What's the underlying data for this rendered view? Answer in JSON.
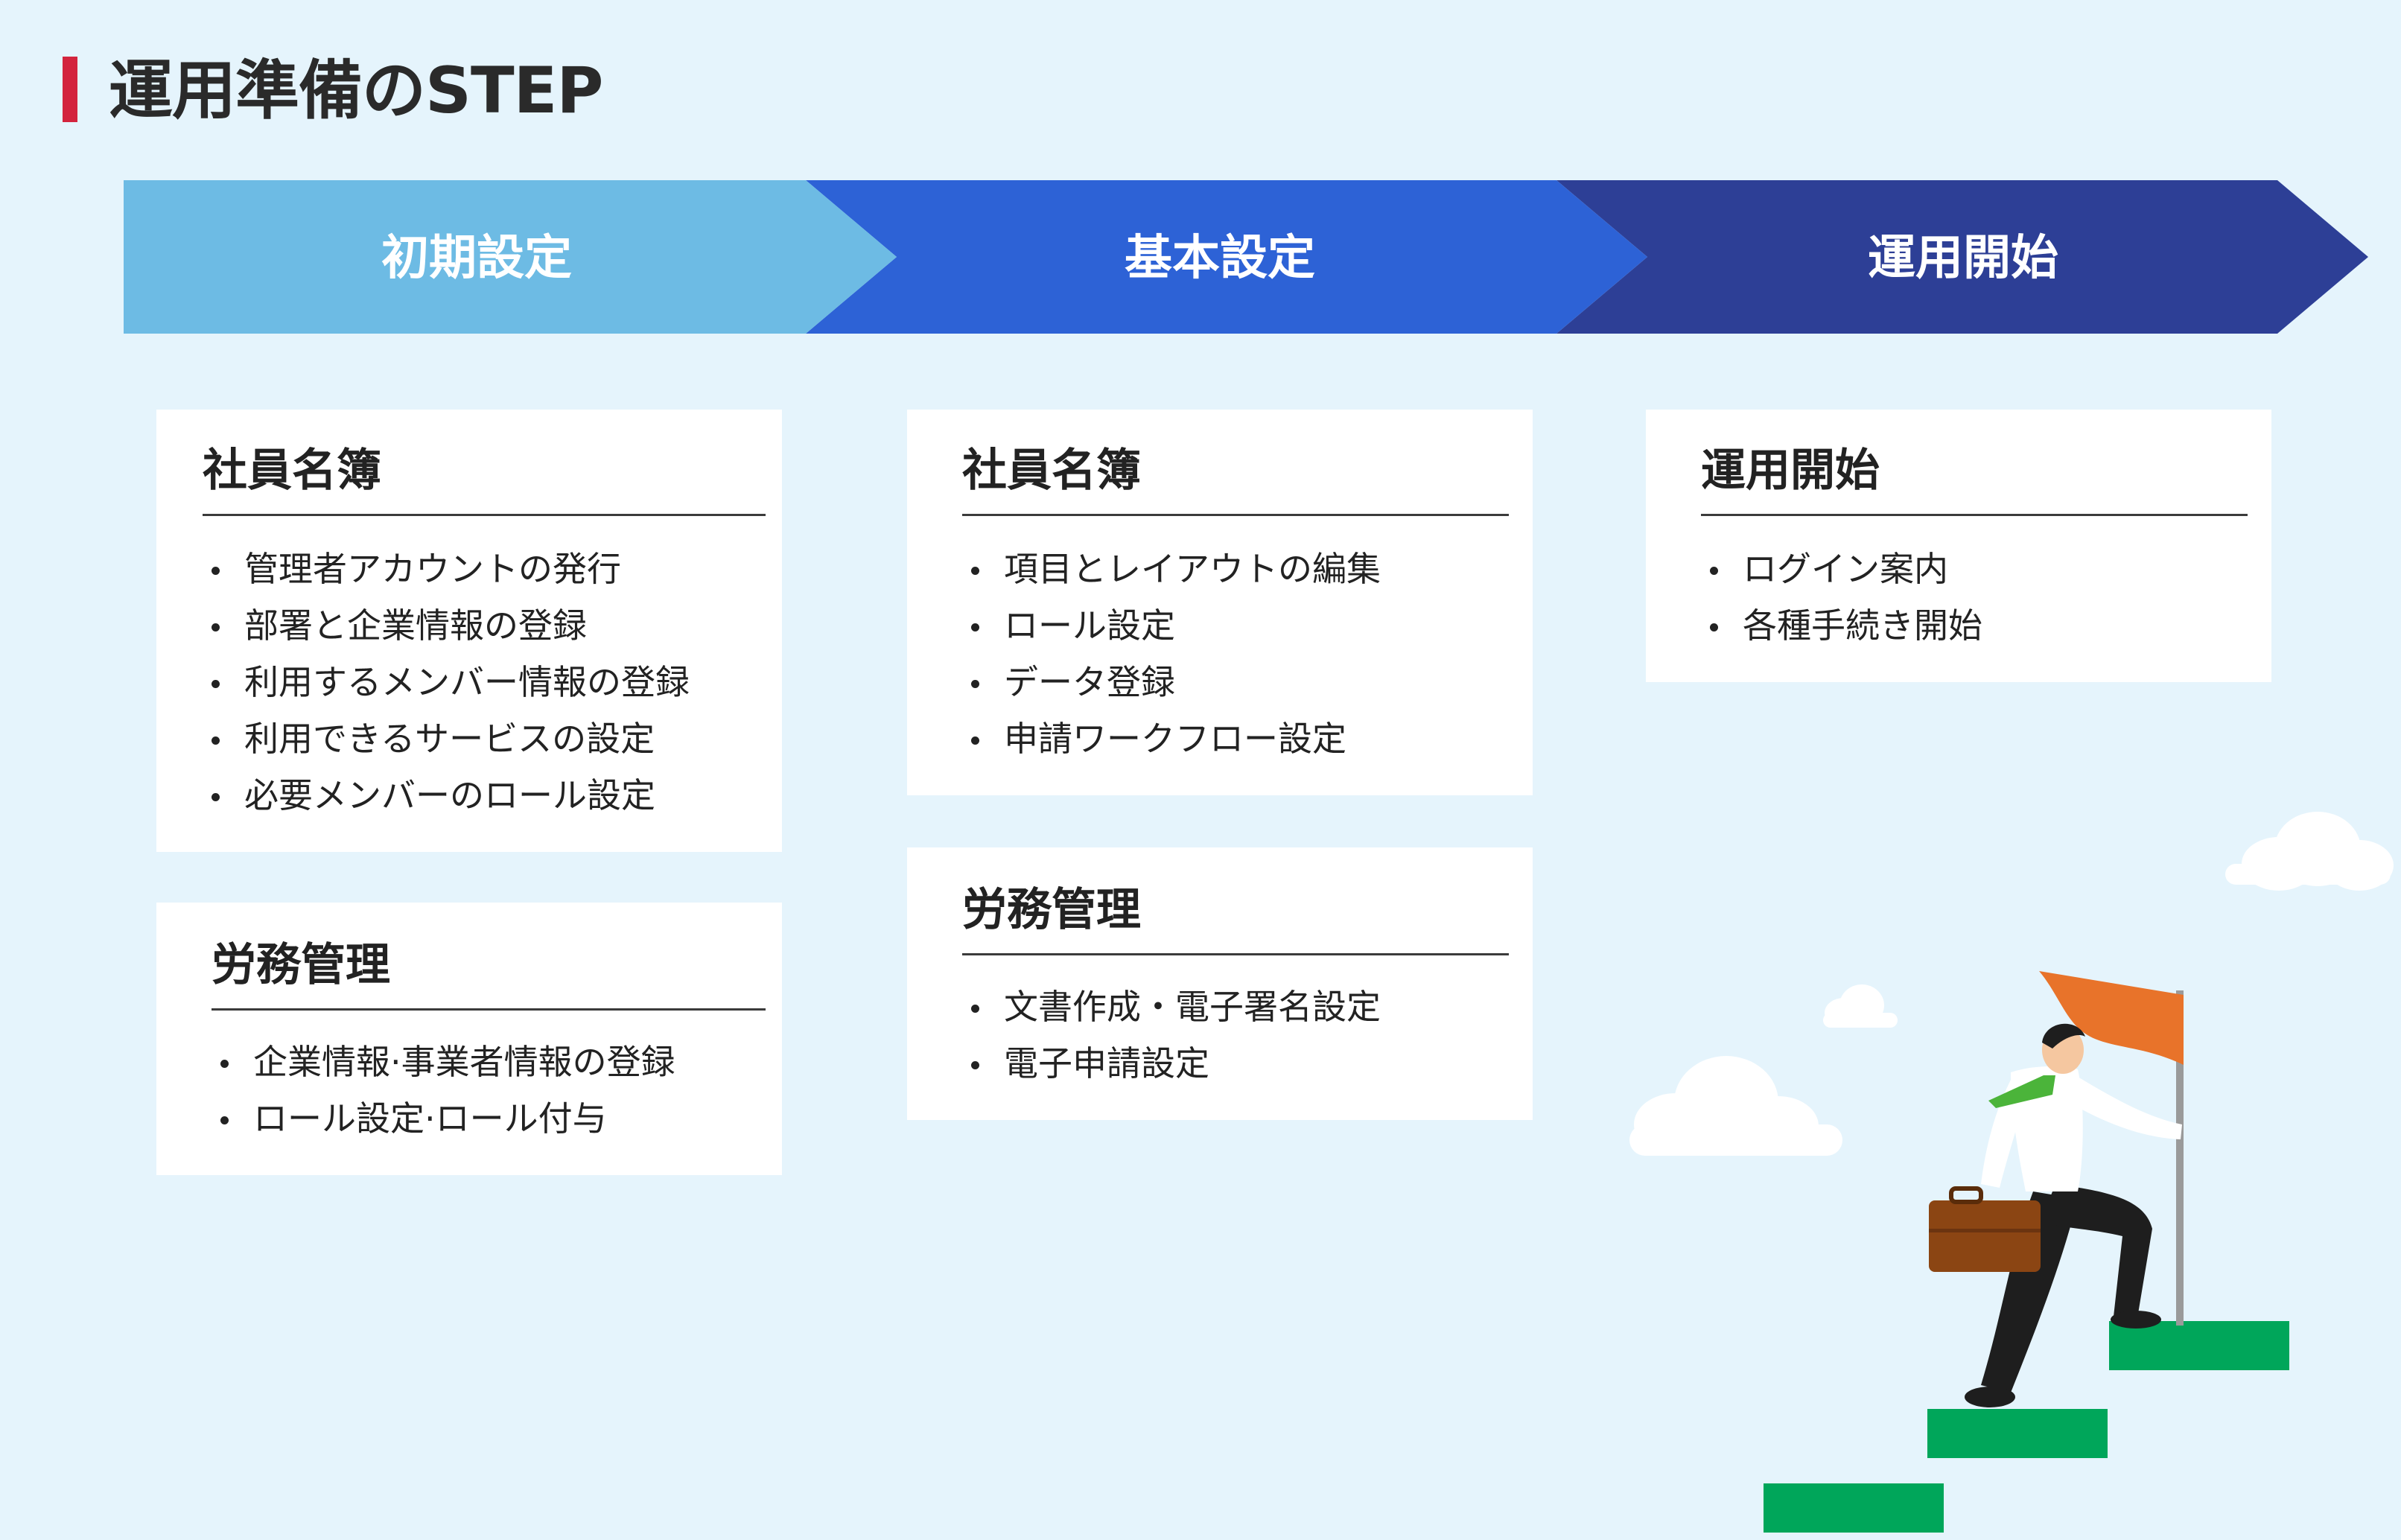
{
  "page": {
    "title": "運用準備のSTEP"
  },
  "steps": [
    {
      "label": "初期設定",
      "color": "#6dbbe4"
    },
    {
      "label": "基本設定",
      "color": "#2d62d6"
    },
    {
      "label": "運用開始",
      "color": "#2d3f96"
    }
  ],
  "cards": {
    "col1_top": {
      "heading": "社員名簿",
      "items": [
        "管理者アカウントの発行",
        "部署と企業情報の登録",
        "利用するメンバー情報の登録",
        "利用できるサービスの設定",
        "必要メンバーのロール設定"
      ]
    },
    "col1_bottom": {
      "heading": "労務管理",
      "items": [
        "企業情報·事業者情報の登録",
        "ロール設定·ロール付与"
      ]
    },
    "col2_top": {
      "heading": "社員名簿",
      "items": [
        "項目とレイアウトの編集",
        "ロール設定",
        "データ登録",
        "申請ワークフロー設定"
      ]
    },
    "col2_bottom": {
      "heading": "労務管理",
      "items": [
        "文書作成・電子署名設定",
        "電子申請設定"
      ]
    },
    "col3_top": {
      "heading": "運用開始",
      "items": [
        "ログイン案内",
        "各種手続き開始"
      ]
    }
  },
  "colors": {
    "background": "#e5f4fc",
    "accent": "#d3243d",
    "step_green": "#00a65a",
    "flag": "#e8732a"
  }
}
